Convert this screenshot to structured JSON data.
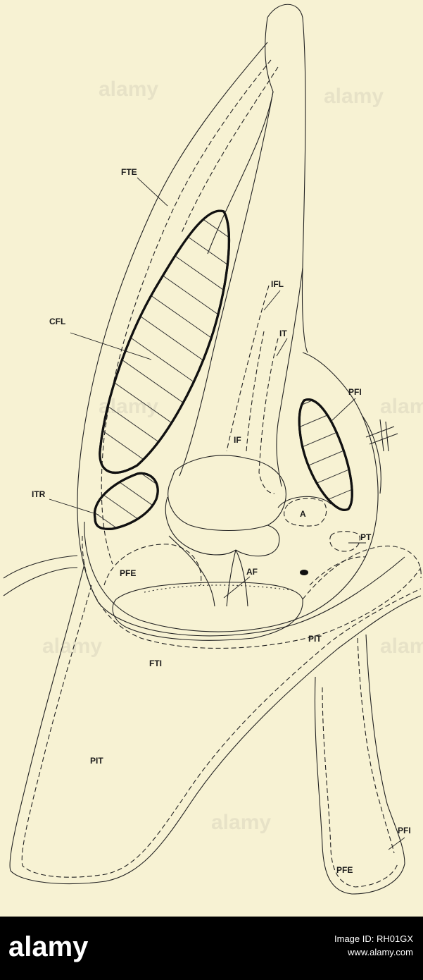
{
  "labels": {
    "fte": "FTE",
    "ifl": "IFL",
    "cfl": "CFL",
    "it": "IT",
    "pfi_top": "PFI",
    "if_center": "IF",
    "itr": "ITR",
    "a": "A",
    "pt": "PT",
    "pfe_mid": "PFE",
    "af": "AF",
    "pit_right": "PIT",
    "fti": "FTI",
    "pit_left": "PIT",
    "pfi_bottom": "PFI",
    "pfe_bottom": "PFE"
  },
  "footer": {
    "logo_text": "alamy",
    "image_id": "Image ID: RH01GX",
    "site": "www.alamy.com"
  },
  "watermark": {
    "text": "alamy",
    "color": "#9a9a9a"
  },
  "colors": {
    "paper": "#f7f2d3",
    "ink": "#222222",
    "footer_bg": "#000000",
    "footer_text": "#ffffff"
  }
}
